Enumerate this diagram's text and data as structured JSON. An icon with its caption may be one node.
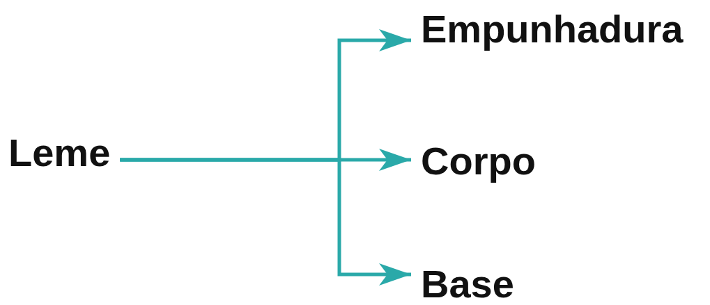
{
  "diagram": {
    "nodes": [
      {
        "text": [
          "Leme"
        ]
      },
      {
        "text": [
          "Empunhadura"
        ]
      },
      {
        "text": [
          "Corpo"
        ]
      },
      {
        "text": [
          "Base"
        ]
      }
    ],
    "edges": [
      {
        "from": 0,
        "to": 1,
        "arrow": "to"
      },
      {
        "from": 0,
        "to": 2,
        "arrow": "to"
      },
      {
        "from": 0,
        "to": 3,
        "arrow": "to"
      }
    ]
  }
}
